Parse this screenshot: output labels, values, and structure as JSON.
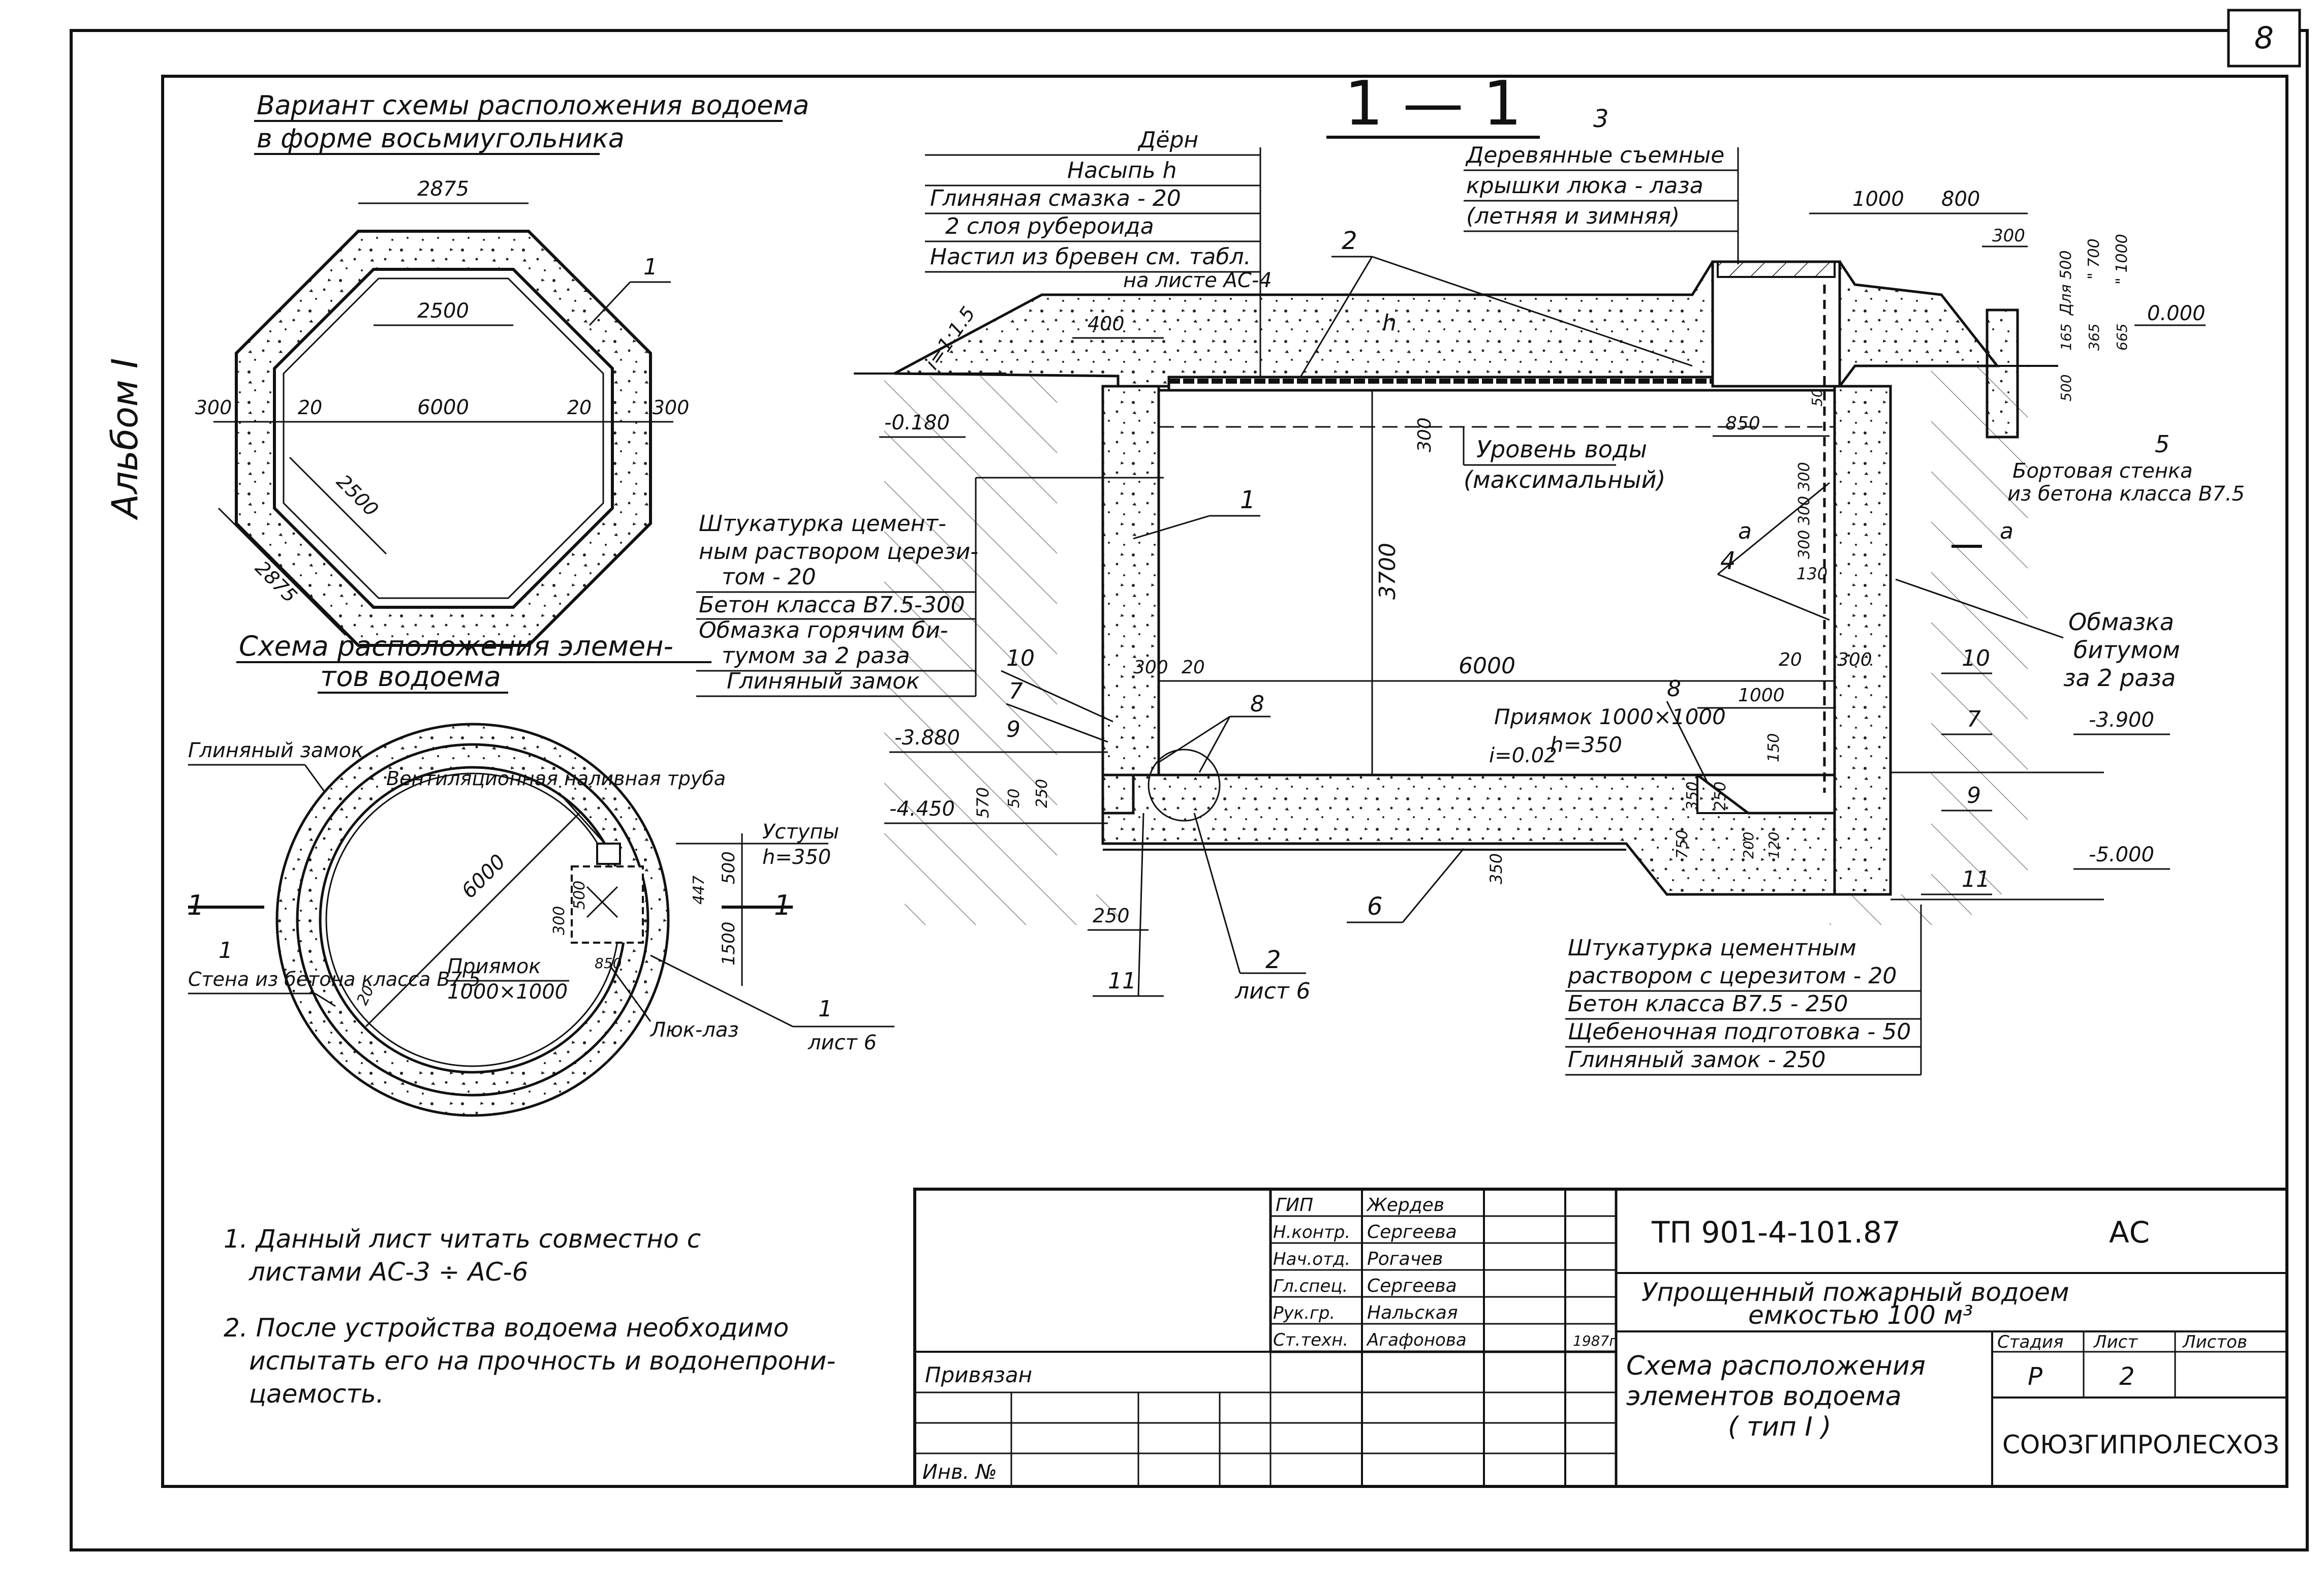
{
  "sheet": {
    "page_number": "8",
    "album": "Альбом I",
    "section_mark": "1 — 1"
  },
  "octagon_plan": {
    "title_line1": "Вариант схемы расположения водоема",
    "title_line2": "в форме восьмиугольника",
    "dims": {
      "top_outer": "2875",
      "top_inner": "2500",
      "width": "6000",
      "wall_left": "300",
      "wall_right": "300",
      "gap_left": "20",
      "gap_right": "20",
      "diag_inner": "2500",
      "diag_outer": "2875"
    },
    "callout": "1"
  },
  "circle_plan": {
    "title_line1": "Схема расположения элемен-",
    "title_line2": "тов водоема",
    "labels": {
      "clay_lock": "Глиняный замок",
      "vent_pipe": "Вентиляционная наливная труба",
      "diameter": "6000",
      "ledges": "Уступы",
      "ledges_h": "h=350",
      "pit": "Приямок",
      "pit_size": "1000×1000",
      "wall": "Стена из бетона класса В7.5",
      "hatch": "Люк-лаз",
      "sheet_ref": "лист 6",
      "cut_left": "1",
      "cut_right": "1",
      "callout_wall": "1",
      "callout_sheet": "1",
      "d500a": "500",
      "d500b": "500",
      "d1500": "1500",
      "d300": "300",
      "d447": "447",
      "d20": "20",
      "d850": "850"
    }
  },
  "section": {
    "layers_top": [
      "Дёрн",
      "Насыпь h",
      "Глиняная смазка - 20",
      "2 слоя рубероида",
      "Настил из бревен см. табл.",
      "на листе АС-4"
    ],
    "covers": [
      "Деревянные съемные",
      "крышки люка - лаза",
      "(летняя и зимняя)"
    ],
    "covers_num": "3",
    "slope": "i=1:1.5",
    "water_level_1": "Уровень воды",
    "water_level_2": "(максимальный)",
    "wall_layers": [
      "Штукатурка цемент-",
      "ным раствором церези-",
      "том - 20",
      "Бетон класса В7.5-300",
      "Обмазка горячим би-",
      "тумом за 2 раза",
      "Глиняный замок"
    ],
    "bitumen": [
      "Обмазка",
      "битумом",
      "за 2 раза"
    ],
    "curb": [
      "Бортовая стенка",
      "из бетона класса В7.5"
    ],
    "pit_note": [
      "Приямок 1000×1000",
      "h=350"
    ],
    "floor_layers": [
      "Штукатурка цементным",
      "раствором с церезитом - 20",
      "Бетон класса В7.5 - 250",
      "Щебеночная подготовка - 50",
      "Глиняный замок - 250"
    ],
    "sheet_ref": "лист 6",
    "levels": {
      "zero": "0.000",
      "m0180": "-0.180",
      "m3880": "-3.880",
      "m4450": "-4.450",
      "m3900": "-3.900",
      "m5000": "-5.000"
    },
    "dims": {
      "d400": "400",
      "d1000": "1000",
      "d800": "800",
      "d300_top": "300",
      "d850": "850",
      "d300_water": "300",
      "d3700": "3700",
      "d6000": "6000",
      "d300_left": "300",
      "d20_left": "20",
      "d20_right": "20",
      "d300_right": "300",
      "d1000_pit": "1000",
      "d130": "130",
      "slope_floor": "i=0.02",
      "d250_bot": "250",
      "d350_bot": "350",
      "d570": "570",
      "d50": "50",
      "d250": "250",
      "d500": "500",
      "d165": "165",
      "d365": "365",
      "d665": "665",
      "h_for_500": "Для 500",
      "h_700": "\" 700",
      "h_1000": "\" 1000",
      "d50_right": "50",
      "d300_stack": "300 300 300",
      "d350_pit": "350",
      "d750": "750",
      "d250_pit": "250",
      "d150": "150",
      "d200": "200",
      "d120": "120",
      "h_mark": "h"
    },
    "callouts": {
      "n1": "1",
      "n2_top": "2",
      "n2_bot": "2",
      "n4": "4",
      "n5": "5",
      "n6": "6",
      "n7_left": "7",
      "n7_right": "7",
      "n8_left": "8",
      "n8_right": "8",
      "n9_left": "9",
      "n9_right": "9",
      "n10_left": "10",
      "n10_right": "10",
      "n11_left": "11",
      "n11_right": "11",
      "a_top": "а",
      "a_right": "а"
    }
  },
  "notes": {
    "note1_line1": "1. Данный лист читать совместно с",
    "note1_line2": "листами АС-3 ÷ АС-6",
    "note2_line1": "2. После устройства водоема необходимо",
    "note2_line2": "испытать его на прочность и водонепрони-",
    "note2_line3": "цаемость."
  },
  "title_block": {
    "code": "ТП 901-4-101.87",
    "mark": "АС",
    "object_line1": "Упрощенный пожарный водоем",
    "object_line2": "емкостью 100 м³",
    "sheet_title_line1": "Схема расположения",
    "sheet_title_line2": "элементов водоема",
    "sheet_title_line3": "( тип I )",
    "org": "СОЮЗГИПРОЛЕСХОЗ",
    "stage_label": "Стадия",
    "sheet_label": "Лист",
    "sheets_label": "Листов",
    "stage": "Р",
    "sheet": "2",
    "year": "1987г",
    "linked": "Привязан",
    "inv": "Инв. №",
    "staff": [
      {
        "role": "ГИП",
        "name": "Жердев"
      },
      {
        "role": "Н.контр.",
        "name": "Сергеева"
      },
      {
        "role": "Нач.отд.",
        "name": "Рогачев"
      },
      {
        "role": "Гл.спец.",
        "name": "Сергеева"
      },
      {
        "role": "Рук.гр.",
        "name": "Нальская"
      },
      {
        "role": "Ст.техн.",
        "name": "Агафонова"
      }
    ]
  }
}
